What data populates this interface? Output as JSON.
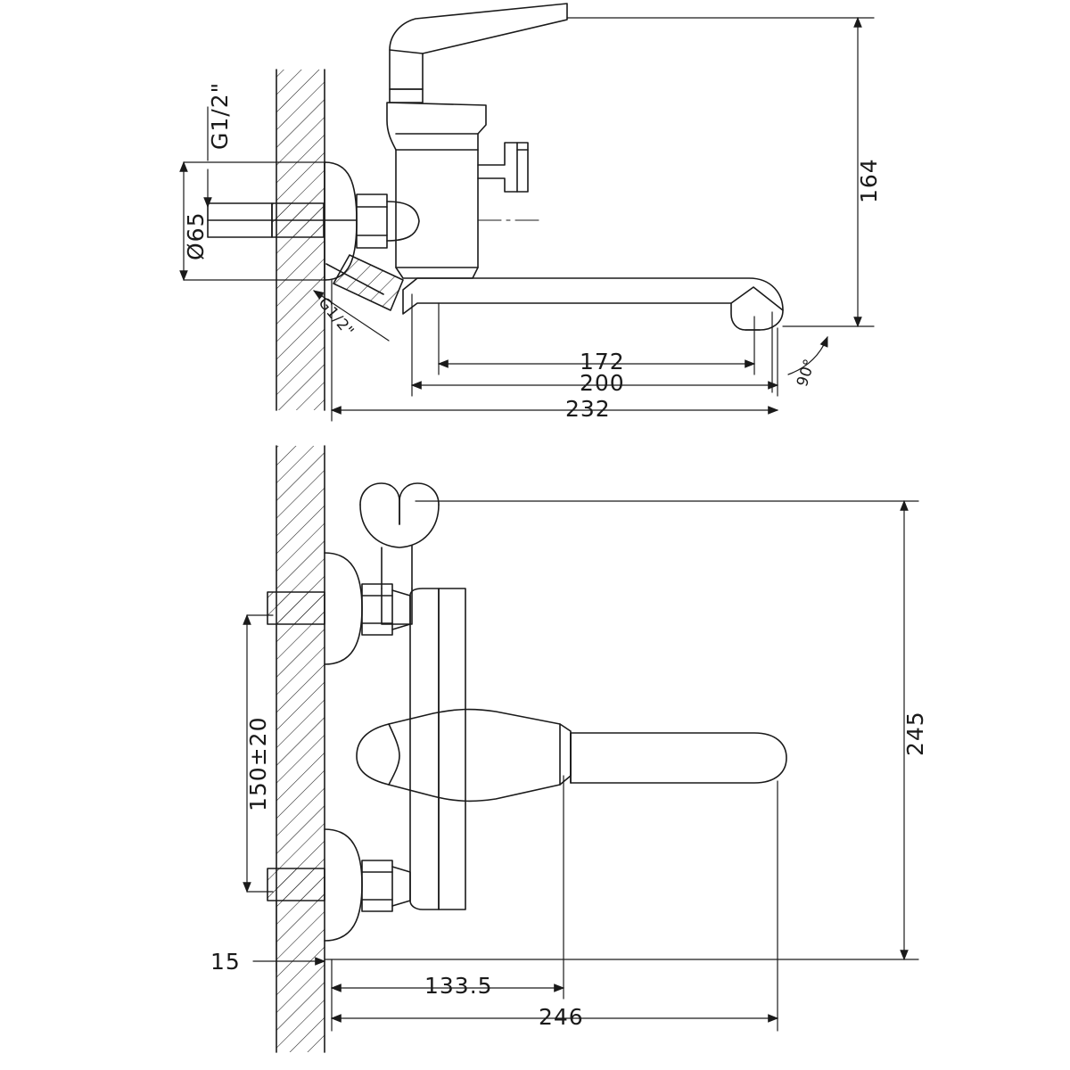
{
  "drawing": {
    "title": "Wall-mounted bath mixer technical drawing",
    "line_color": "#1a1a1a",
    "hatch_color": "#1a1a1a",
    "background": "#ffffff",
    "views": [
      {
        "name": "side-view",
        "label": ""
      },
      {
        "name": "front-view",
        "label": ""
      }
    ]
  },
  "dimensions": {
    "side_view": {
      "thread_top": "G1/2\"",
      "flange_diameter": "Ø65",
      "thread_bottom": "G1/2\"",
      "height_164": "164",
      "spout_172": "172",
      "spout_200": "200",
      "total_232": "232",
      "angle_90": "90°"
    },
    "front_view": {
      "center_distance": "150±20",
      "wall_offset": "15",
      "height_245": "245",
      "width_133_5": "133.5",
      "width_246": "246"
    }
  }
}
